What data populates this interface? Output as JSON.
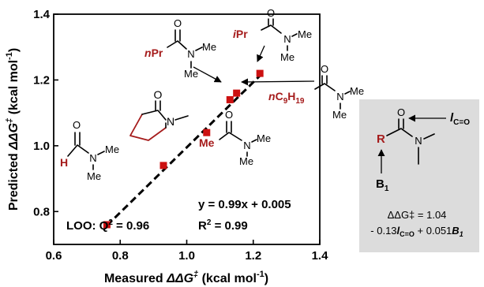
{
  "chart_data": {
    "type": "scatter",
    "title": "",
    "xlabel": "Measured ΔΔG‡ (kcal mol-1)",
    "ylabel": "Predicted ΔΔG‡ (kcal mol-1)",
    "xlim": [
      0.6,
      1.4
    ],
    "ylim": [
      0.7,
      1.4
    ],
    "x_ticks": [
      "0.6",
      "0.8",
      "1.0",
      "1.2",
      "1.4"
    ],
    "y_ticks": [
      "0.8",
      "1.0",
      "1.2",
      "1.4"
    ],
    "grid": false,
    "series": [
      {
        "points": [
          {
            "x": 0.76,
            "y": 0.76
          },
          {
            "x": 0.93,
            "y": 0.94
          },
          {
            "x": 1.06,
            "y": 1.04
          },
          {
            "x": 1.13,
            "y": 1.14
          },
          {
            "x": 1.15,
            "y": 1.16
          },
          {
            "x": 1.22,
            "y": 1.22
          }
        ],
        "color": "#cc1111"
      }
    ],
    "fit_line": {
      "slope": 0.99,
      "intercept": 0.005,
      "from": 0.76,
      "to": 1.22
    },
    "annotations": {
      "equation": "y = 0.99x + 0.005",
      "r2_prefix": "R",
      "r2_exp": "2",
      "r2_value": " = 0.99",
      "loo_prefix": "LOO: Q",
      "loo_exp": "2",
      "loo_value": " = 0.96"
    }
  },
  "labels": {
    "ylabel_main": "Predicted ",
    "ylabel_sym": "ΔΔG",
    "ylabel_dag": "‡",
    "ylabel_unit": " (kcal mol",
    "ylabel_exp": "-1",
    "ylabel_close": ")",
    "xlabel_main": "Measured ",
    "xlabel_sym": "ΔΔG",
    "xlabel_dag": "‡",
    "xlabel_unit": " (kcal mol",
    "xlabel_exp": "-1",
    "xlabel_close": ")"
  },
  "molecules": {
    "nPr": {
      "prefix_n": "n",
      "group": "Pr",
      "O": "O",
      "N": "N",
      "Me1": "Me",
      "Me2": "Me"
    },
    "iPr": {
      "prefix_i": "i",
      "group": "Pr",
      "O": "O",
      "N": "N",
      "Me1": "Me",
      "Me2": "Me"
    },
    "nonyl": {
      "prefix_n": "n",
      "C": "C",
      "C_sub": "9",
      "H": "H",
      "H_sub": "19",
      "O": "O",
      "N": "N",
      "Me1": "Me",
      "Me2": "Me"
    },
    "pyrrolidinone": {
      "O": "O",
      "N": "N"
    },
    "dmf": {
      "H": "H",
      "O": "O",
      "N": "N",
      "Me1": "Me",
      "Me2": "Me"
    },
    "dma": {
      "Me_red": "Me",
      "O": "O",
      "N": "N",
      "Me1": "Me",
      "Me2": "Me"
    }
  },
  "model_box": {
    "R": "R",
    "O": "O",
    "N": "N",
    "l_label": "l",
    "l_sub": "C=O",
    "B_label": "B",
    "B_sub": "1",
    "eq_line1": "ΔΔG‡ = 1.04",
    "eq_line2_a": "- 0.13",
    "eq_line2_l": "l",
    "eq_line2_sub": "C=O",
    "eq_line2_b": " + 0.051",
    "eq_line2_B": "B",
    "eq_line2_Bsub": "1",
    "bg_color": "#dcdcdc"
  },
  "colors": {
    "accent_red": "#a51b1b",
    "point_red": "#cc1111"
  }
}
